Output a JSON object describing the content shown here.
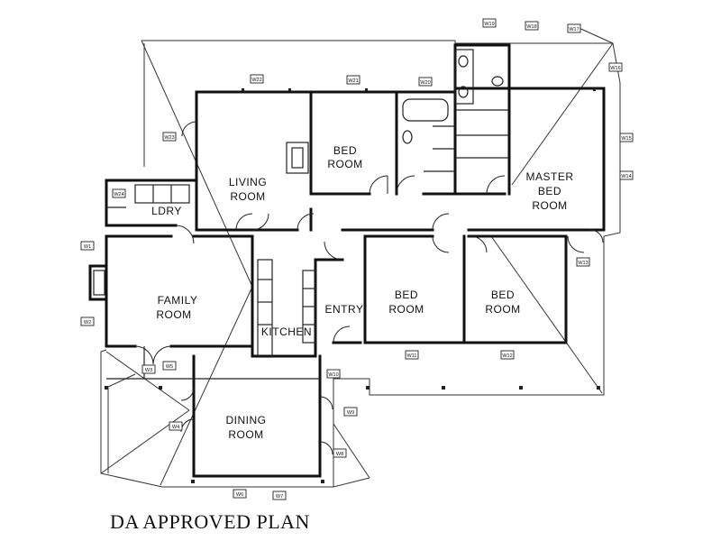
{
  "rooms": {
    "bed1": [
      "BED",
      "ROOM"
    ],
    "living": [
      "LIVING",
      "ROOM"
    ],
    "laundry": "LDRY",
    "master": [
      "MASTER",
      "BED",
      "ROOM"
    ],
    "family": [
      "FAMILY",
      "ROOM"
    ],
    "entry": "ENTRY",
    "bed2": [
      "BED",
      "ROOM"
    ],
    "bed3": [
      "BED",
      "ROOM"
    ],
    "kitchen": "KITCHEN",
    "dining": [
      "DINING",
      "ROOM"
    ]
  },
  "window_tags": [
    "W19",
    "W18",
    "W17",
    "W22",
    "W21",
    "W20",
    "W16",
    "W23",
    "W15",
    "W24",
    "W14",
    "W1",
    "W13",
    "W2",
    "W11",
    "W12",
    "W3",
    "W10",
    "W4",
    "W9",
    "W5",
    "W8",
    "W6",
    "W7"
  ],
  "caption": "DA APPROVED PLAN"
}
